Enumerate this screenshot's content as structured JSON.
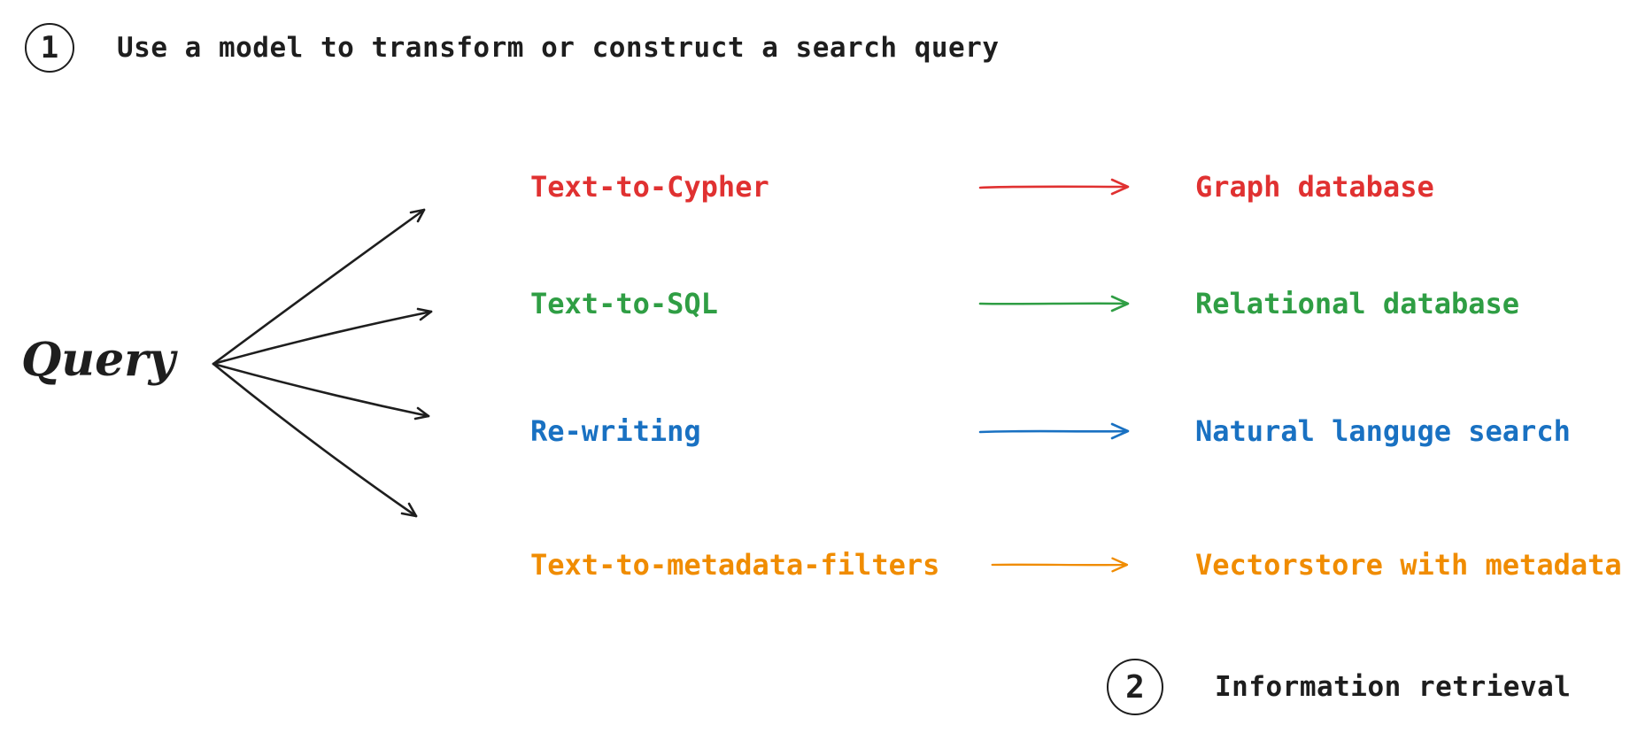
{
  "colors": {
    "ink": "#1e1e1e"
  },
  "step_1": {
    "number": "1",
    "label": "Use a model to transform or construct a search query"
  },
  "step_2": {
    "number": "2",
    "label": "Information retrieval"
  },
  "query": {
    "label": "Query"
  },
  "rows": [
    {
      "technique": "Text-to-Cypher",
      "target": "Graph database",
      "color": "#e03131"
    },
    {
      "technique": "Text-to-SQL",
      "target": "Relational database",
      "color": "#2f9e44"
    },
    {
      "technique": "Re-writing",
      "target": "Natural languge search",
      "color": "#1971c2"
    },
    {
      "technique": "Text-to-metadata-filters",
      "target": "Vectorstore with metadata",
      "color": "#f08c00"
    }
  ]
}
